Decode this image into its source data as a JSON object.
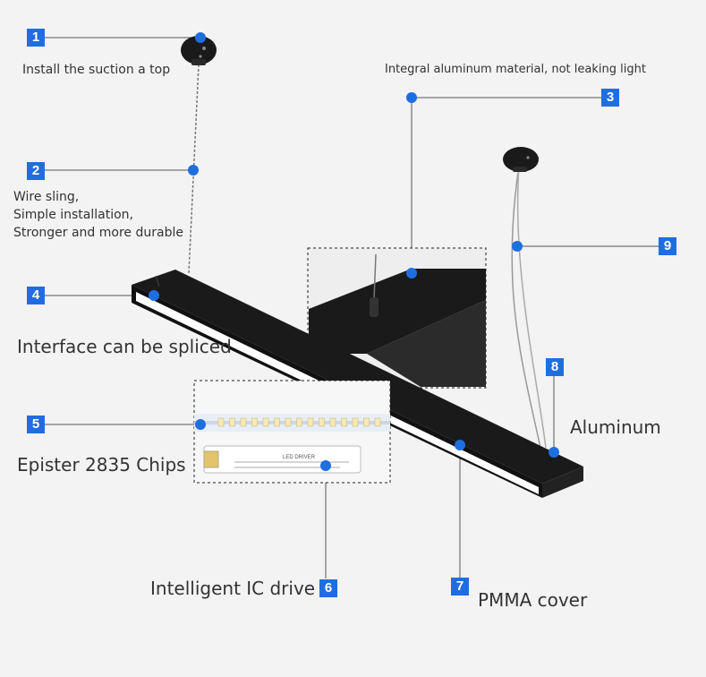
{
  "colors": {
    "background": "#f3f3f4",
    "badge": "#1f6ee0",
    "dot": "#1f6ee0",
    "lamp_body": "#1a1a1a",
    "diffuser": "#ffffff"
  },
  "callouts": [
    {
      "number": "1",
      "text": "Install the suction a top"
    },
    {
      "number": "2",
      "text_lines": [
        "Wire sling,",
        "Simple installation,",
        "Stronger and more durable"
      ]
    },
    {
      "number": "3",
      "text": "Integral aluminum material, not leaking light"
    },
    {
      "number": "4",
      "text": "Interface can be spliced"
    },
    {
      "number": "5",
      "text": "Epister 2835 Chips"
    },
    {
      "number": "6",
      "text": "Intelligent IC drive"
    },
    {
      "number": "7",
      "text": "PMMA cover"
    },
    {
      "number": "8",
      "text": "Aluminum"
    },
    {
      "number": "9",
      "text": ""
    }
  ],
  "driver_label": "LED DRIVER",
  "icons": [
    "ceiling-canopy-icon",
    "led-strip-icon",
    "led-driver-icon"
  ]
}
